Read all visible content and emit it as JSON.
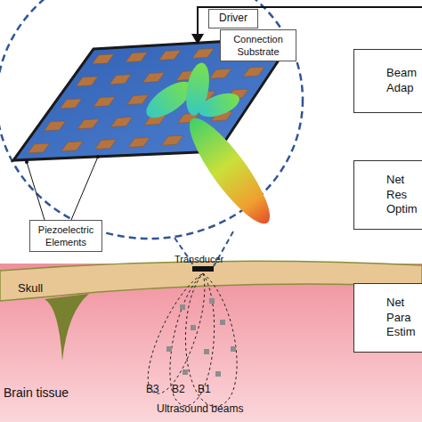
{
  "diagram": {
    "nodes": [
      {
        "text": [
          "Driver"
        ]
      },
      {
        "text": [
          "Connection Substrate"
        ]
      },
      {
        "text": [
          "Piezoelectric Elements"
        ]
      },
      {
        "text": [
          "Beam Adap"
        ]
      },
      {
        "text": [
          "Net Res Optim"
        ]
      },
      {
        "text": [
          "Net Para Estim"
        ]
      }
    ],
    "labels": [
      "Skull",
      "Transducer",
      "Brain tissue",
      "B3",
      "B2",
      "B1",
      "Ultrasound beams"
    ]
  }
}
